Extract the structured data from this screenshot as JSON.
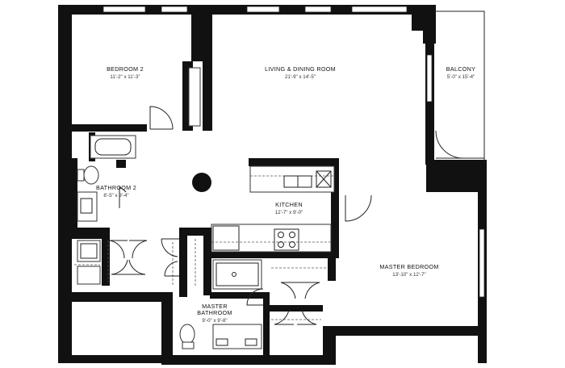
{
  "rooms": {
    "bedroom2": {
      "name": "BEDROOM 2",
      "dims": "11'-2\" x 11'-3\""
    },
    "living_dining": {
      "name": "LIVING & DINING ROOM",
      "dims": "21'-9\" x 14'-5\""
    },
    "balcony": {
      "name": "BALCONY",
      "dims": "5'-0\" x 15'-4\""
    },
    "bathroom2": {
      "name": "BATHROOM 2",
      "dims": "8'-5\" x 9'-4\""
    },
    "kitchen": {
      "name": "KITCHEN",
      "dims": "12'-7\" x 9'-0\""
    },
    "master_bedroom": {
      "name": "MASTER BEDROOM",
      "dims": "13'-10\" x 12'-7\""
    },
    "master_bathroom": {
      "name": "MASTER",
      "name2": "BATHROOM",
      "dims": "9'-0\" x 9'-8\""
    }
  }
}
